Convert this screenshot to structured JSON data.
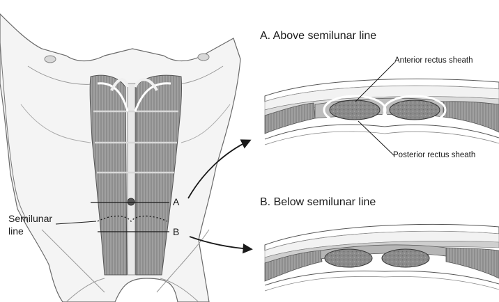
{
  "figure": {
    "panel_a": {
      "title": "A.  Above semilunar line",
      "anterior_label": "Anterior rectus sheath",
      "posterior_label": "Posterior rectus sheath"
    },
    "panel_b": {
      "title": "B.  Below semilunar line"
    },
    "torso": {
      "marker_a": "A",
      "marker_b": "B",
      "semilunar_line_1": "Semilunar",
      "semilunar_line_2": "line"
    }
  },
  "colors": {
    "muscle": "#8c8c8c",
    "skin": "#f3f3f3",
    "outline": "#555555",
    "label_text": "#1a1a1a"
  }
}
